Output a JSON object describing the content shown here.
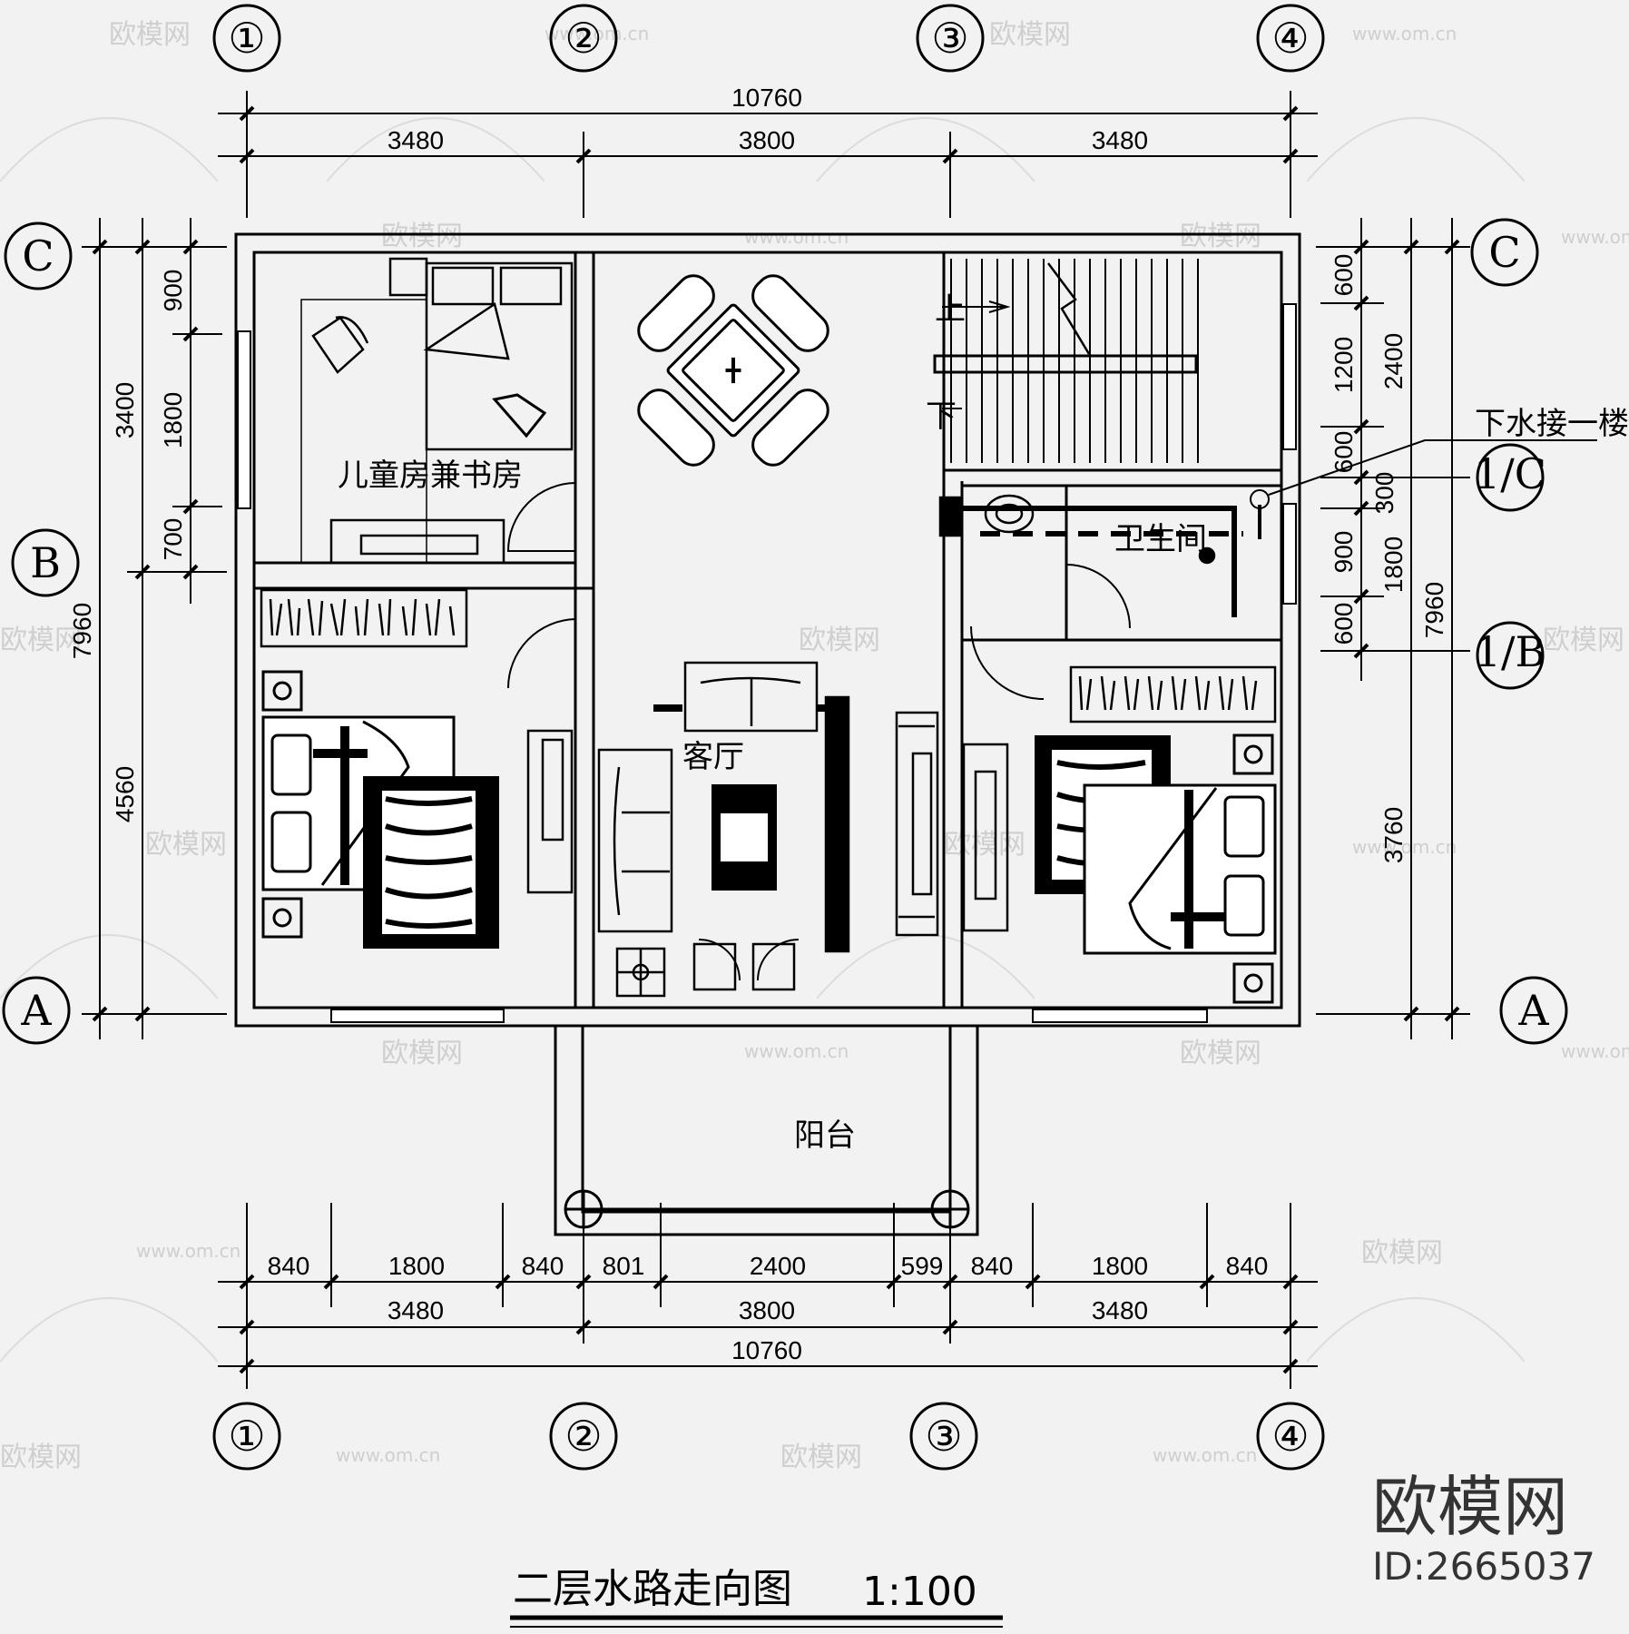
{
  "title": "二层水路走向图",
  "scale": "1:100",
  "rooms": {
    "children_study": "儿童房兼书房",
    "living": "客厅",
    "bathroom": "卫生间",
    "balcony": "阳台"
  },
  "notes": {
    "up": "上",
    "down": "下",
    "drain": "下水接一楼"
  },
  "grid": {
    "col1": "①",
    "col2": "②",
    "col3": "③",
    "col4": "④",
    "rowA": "A",
    "rowB": "B",
    "rowC": "C",
    "row1B": "1/B",
    "row1C": "1/C"
  },
  "dims_top": {
    "total": "10760",
    "bay1": "3480",
    "bay2": "3800",
    "bay3": "3480"
  },
  "dims_bottom": {
    "seg": [
      "840",
      "1800",
      "840",
      "801",
      "2400",
      "599",
      "840",
      "1800",
      "840"
    ],
    "bay1": "3480",
    "bay2": "3800",
    "bay3": "3480",
    "total": "10760"
  },
  "dims_left": {
    "total": "7960",
    "upper": "3400",
    "lower": "4560",
    "d900": "900",
    "d1800": "1800",
    "d700": "700"
  },
  "dims_right": {
    "total": "7960",
    "upper": "2400",
    "lower": "3760",
    "d600a": "600",
    "d1200": "1200",
    "d600b": "600",
    "d300": "300",
    "d1800": "1800",
    "d900": "900",
    "d600c": "600"
  },
  "watermark": {
    "brand": "欧模网",
    "url": "www.om.cn",
    "id": "ID:2665037"
  }
}
